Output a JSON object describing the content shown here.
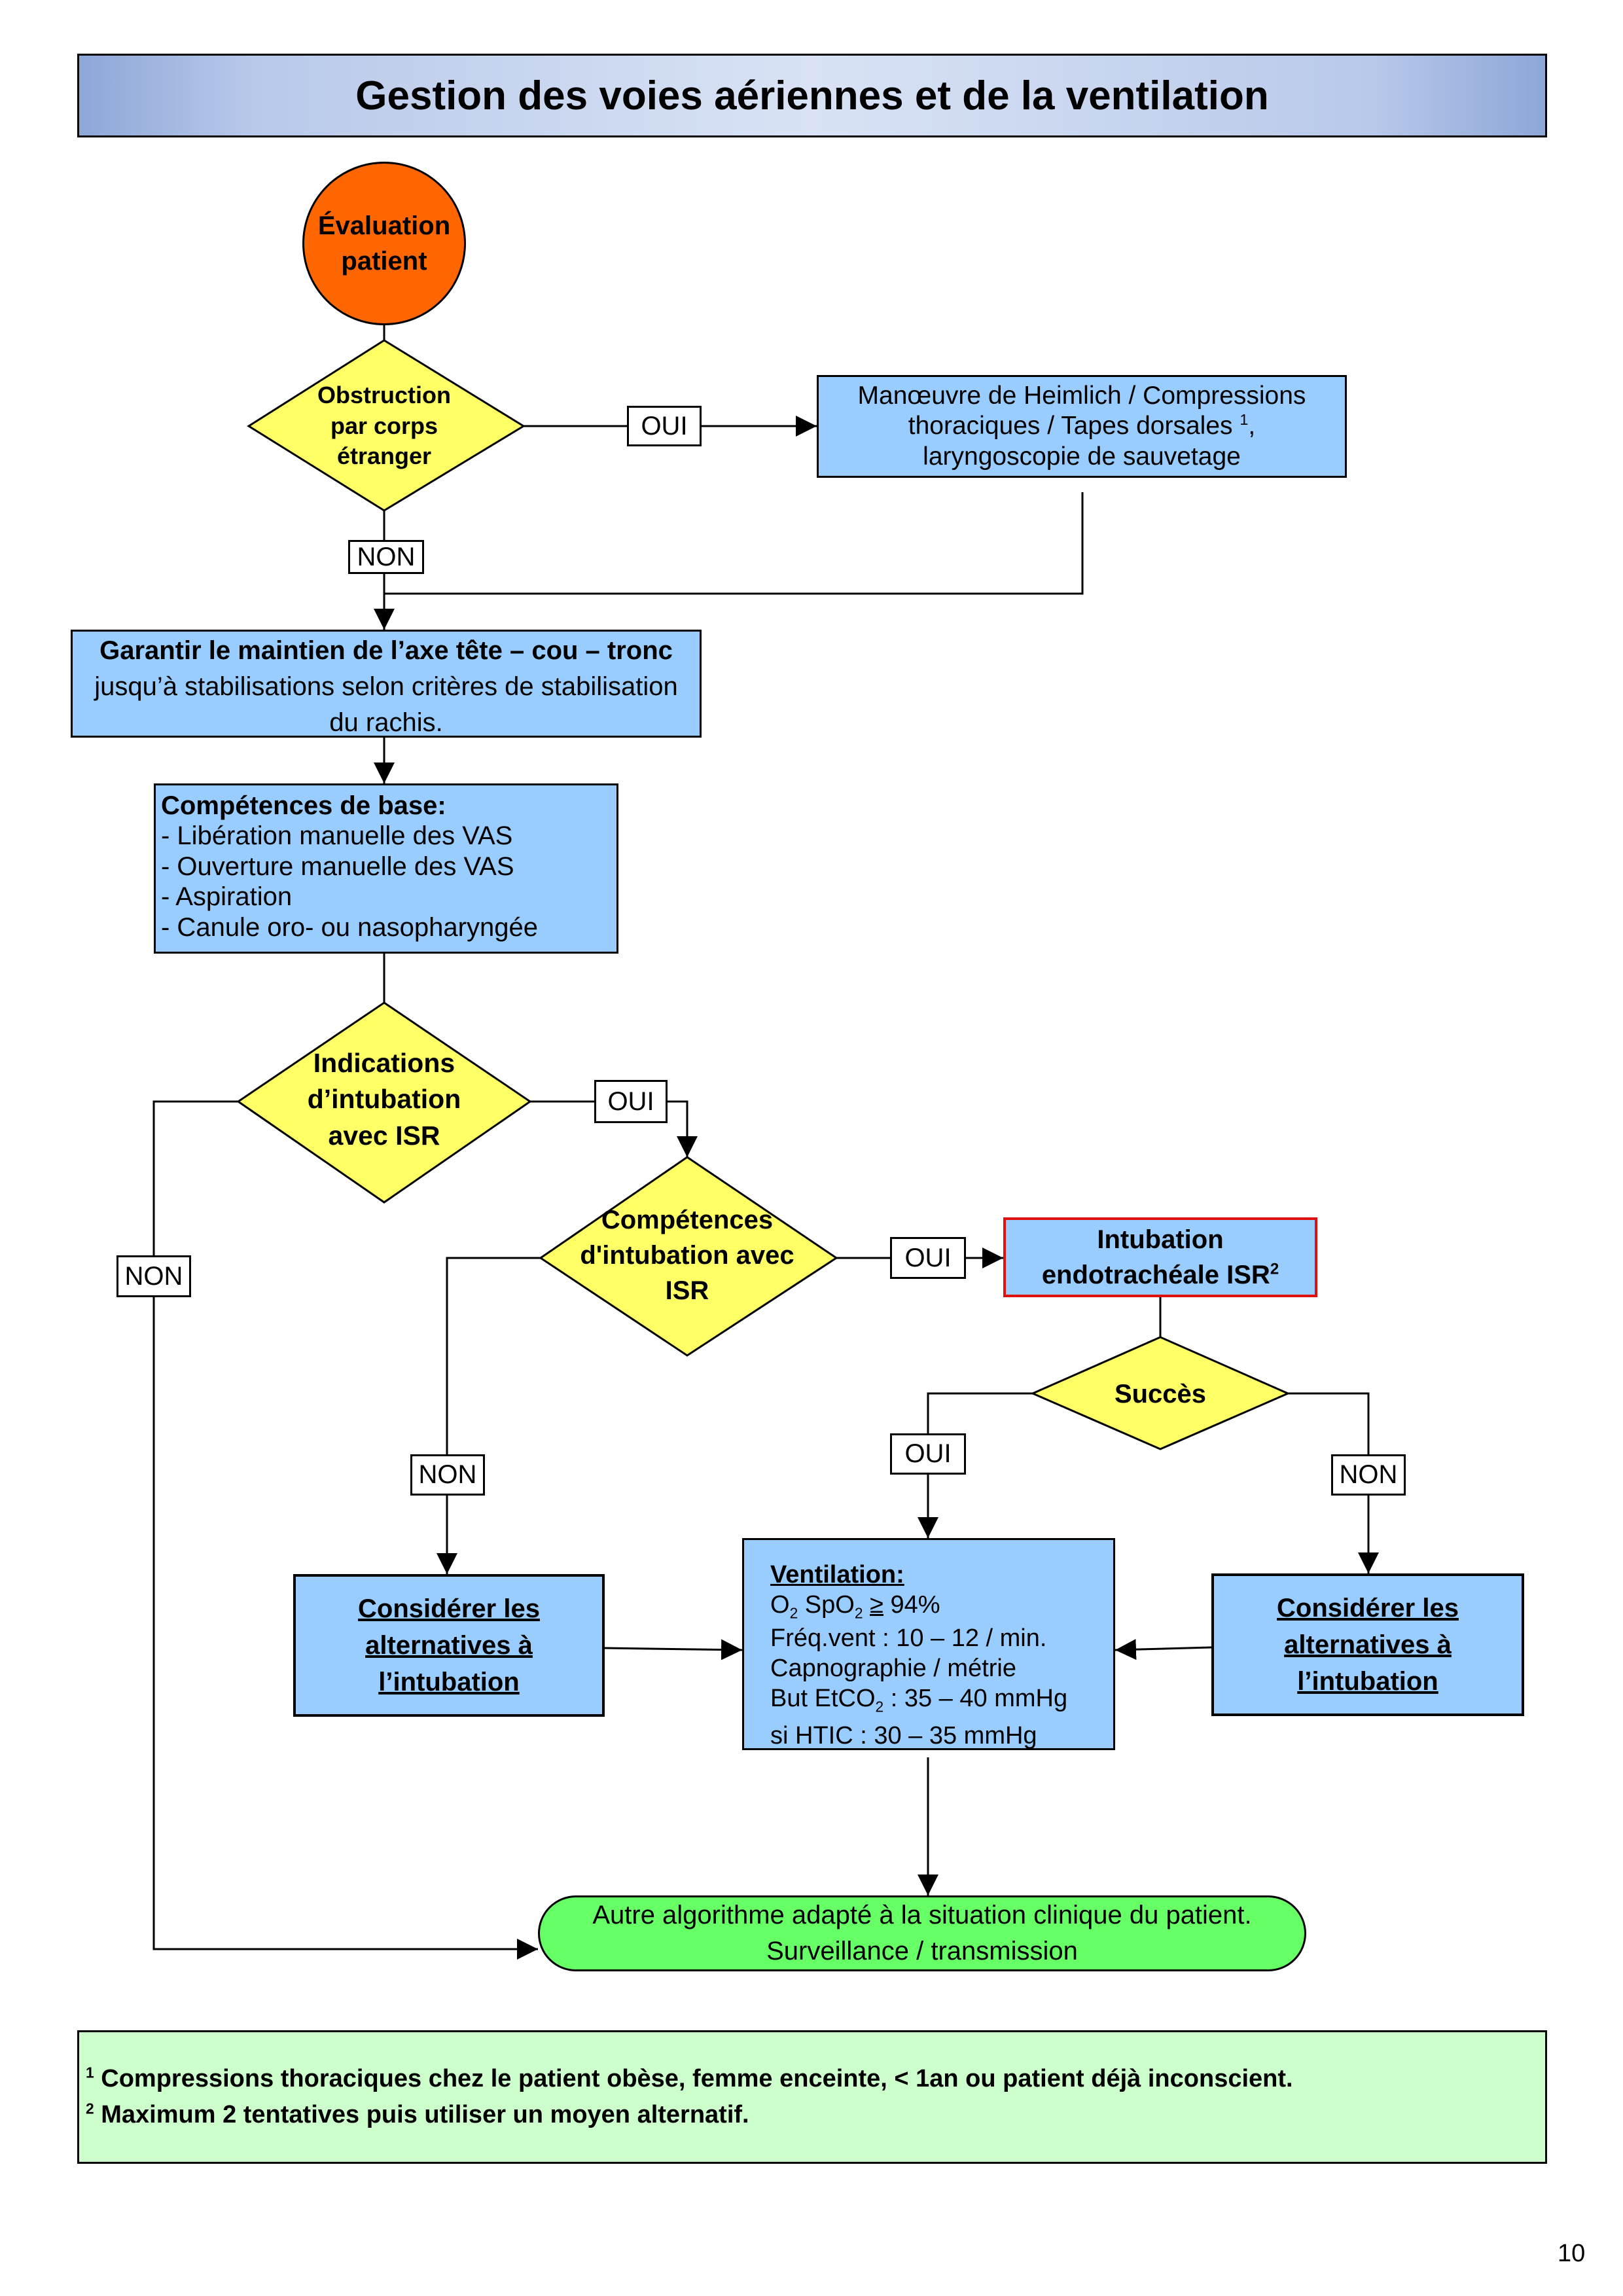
{
  "title": "Gestion des voies aériennes et de la ventilation",
  "start_node": {
    "line1": "Évaluation",
    "line2": "patient"
  },
  "decisions": {
    "obstruction": [
      "Obstruction",
      "par corps",
      "étranger"
    ],
    "indications": [
      "Indications",
      "d’intubation",
      "avec ISR"
    ],
    "competences": [
      "Compétences",
      "d'intubation avec",
      "ISR"
    ],
    "succes": [
      "Succès"
    ]
  },
  "labels": {
    "oui": "OUI",
    "non": "NON"
  },
  "boxes": {
    "heimlich": {
      "line1": "Manœuvre de Heimlich / Compressions",
      "line2": "thoraciques / Tapes dorsales",
      "line2_sup": "1",
      "line2_end": ",",
      "line3": "laryngoscopie de sauvetage"
    },
    "axe": {
      "line1": "Garantir le maintien de l’axe tête – cou – tronc",
      "line2": "jusqu’à stabilisations selon critères de stabilisation",
      "line3": "du rachis."
    },
    "competences_base": {
      "heading": "Compétences de base:",
      "items": [
        "- Libération manuelle des VAS",
        "- Ouverture manuelle des VAS",
        "- Aspiration",
        "- Canule oro- ou nasopharyngée"
      ]
    },
    "intubation": {
      "line1": "Intubation",
      "line2": "endotrachéale ISR",
      "sup": "2"
    },
    "alternatives": {
      "line1": "Considérer les",
      "line2": "alternatives à",
      "line3": "l’intubation"
    },
    "ventilation": {
      "heading": "Ventilation:",
      "l1_o": "O",
      "l1_sub": "2",
      "l1_mid": " SpO",
      "l1_sub2": "2",
      "l1_ge": "≥",
      "l1_end": " 94%",
      "l2": "Fréq.vent : 10 – 12 / min.",
      "l3": "Capnographie / métrie",
      "l4_a": "But EtCO",
      "l4_sub": "2",
      "l4_b": " : 35  – 40 mmHg",
      "l5": "si HTIC : 30 – 35 mmHg"
    }
  },
  "end_node": {
    "line1": "Autre algorithme adapté à la situation clinique du patient.",
    "line2": "Surveillance / transmission"
  },
  "footnotes": {
    "n1": "1",
    "t1": " Compressions thoraciques chez le patient obèse, femme enceinte, < 1an ou patient déjà inconscient.",
    "n2": "2",
    "t2": " Maximum 2 tentatives puis utiliser un moyen alternatif."
  },
  "page_number": "10",
  "colors": {
    "start": "#ff6600",
    "decision": "#ffff66",
    "process": "#99ccff",
    "end": "#66ff66",
    "footer": "#ccffcc",
    "intubation_border": "#e01010"
  }
}
